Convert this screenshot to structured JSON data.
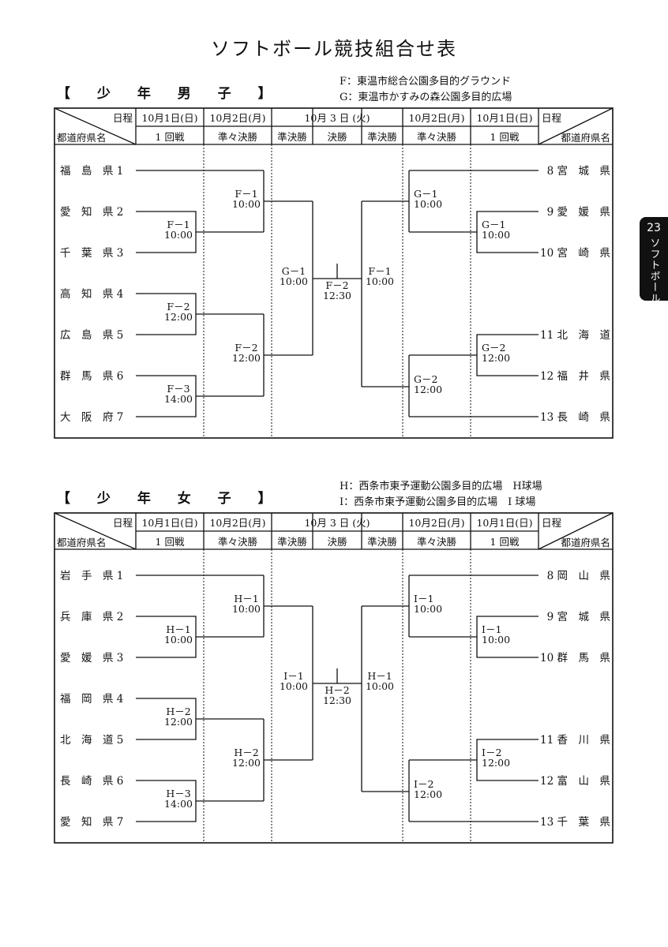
{
  "title": "ソフトボール競技組合せ表",
  "side_tab": {
    "number": "23",
    "label": "ソフトボール"
  },
  "header": {
    "corner_top": "日程",
    "corner_bottom": "都道府県名",
    "dates": [
      "10月1日(日)",
      "10月2日(月)",
      "10月 3 日 (火)",
      "10月2日(月)",
      "10月1日(日)"
    ],
    "rounds": [
      "1 回戦",
      "準々決勝",
      "準決勝",
      "決勝",
      "準決勝",
      "準々決勝",
      "1 回戦"
    ]
  },
  "sections": [
    {
      "title": "【 少 年 男 子 】",
      "venues": [
        "F：東温市総合公園多目的グラウンド",
        "G：東温市かすみの森公園多目的広場"
      ],
      "left_teams": [
        "福　島　県 1",
        "愛　知　県 2",
        "千　葉　県 3",
        "高　知　県 4",
        "広　島　県 5",
        "群　馬　県 6",
        "大　阪　府 7"
      ],
      "right_teams": [
        "8 宮　城　県",
        "9 愛　媛　県",
        "10 宮　崎　県",
        "11 北　海　道",
        "12 福　井　県",
        "13 長　崎　県"
      ],
      "games": {
        "l_r1_a": [
          "F－1",
          "10:00"
        ],
        "l_r1_b": [
          "F－2",
          "12:00"
        ],
        "l_r1_c": [
          "F－3",
          "14:00"
        ],
        "l_qf_a": [
          "F－1",
          "10:00"
        ],
        "l_qf_b": [
          "F－2",
          "12:00"
        ],
        "l_sf": [
          "G－1",
          "10:00"
        ],
        "final": [
          "F－2",
          "12:30"
        ],
        "r_sf": [
          "F－1",
          "10:00"
        ],
        "r_qf_a": [
          "G－1",
          "10:00"
        ],
        "r_qf_b": [
          "G－2",
          "12:00"
        ],
        "r_r1_a": [
          "G－1",
          "10:00"
        ],
        "r_r1_b": [
          "G－2",
          "12:00"
        ]
      }
    },
    {
      "title": "【 少 年 女 子 】",
      "venues": [
        "H：西条市東予運動公園多目的広場　H球場",
        "I：西条市東予運動公園多目的広場　I 球場"
      ],
      "left_teams": [
        "岩　手　県 1",
        "兵　庫　県 2",
        "愛　媛　県 3",
        "福　岡　県 4",
        "北　海　道 5",
        "長　崎　県 6",
        "愛　知　県 7"
      ],
      "right_teams": [
        "8 岡　山　県",
        "9 宮　城　県",
        "10 群　馬　県",
        "11 香　川　県",
        "12 富　山　県",
        "13 千　葉　県"
      ],
      "games": {
        "l_r1_a": [
          "H－1",
          "10:00"
        ],
        "l_r1_b": [
          "H－2",
          "12:00"
        ],
        "l_r1_c": [
          "H－3",
          "14:00"
        ],
        "l_qf_a": [
          "H－1",
          "10:00"
        ],
        "l_qf_b": [
          "H－2",
          "12:00"
        ],
        "l_sf": [
          "I－1",
          "10:00"
        ],
        "final": [
          "H－2",
          "12:30"
        ],
        "r_sf": [
          "H－1",
          "10:00"
        ],
        "r_qf_a": [
          "I－1",
          "10:00"
        ],
        "r_qf_b": [
          "I－2",
          "12:00"
        ],
        "r_r1_a": [
          "I－1",
          "10:00"
        ],
        "r_r1_b": [
          "I－2",
          "12:00"
        ]
      }
    }
  ]
}
